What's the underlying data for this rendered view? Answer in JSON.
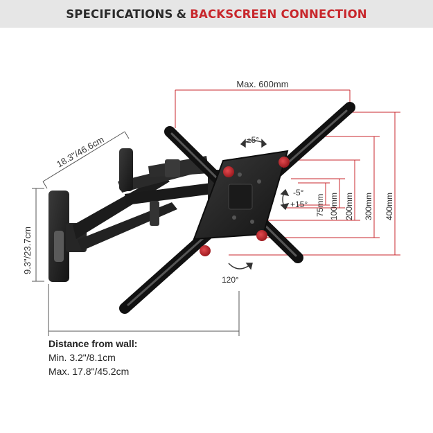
{
  "header": {
    "part1": "SPECIFICATIONS",
    "amp": "&",
    "part2": "BACKSCREEN CONNECTION"
  },
  "dimensions": {
    "max_width": "Max. 600mm",
    "arm_length": "18.3\"/46.6cm",
    "plate_height": "9.3\"/23.7cm",
    "vesa": [
      "75mm",
      "100mm",
      "200mm",
      "300mm",
      "400mm"
    ]
  },
  "angles": {
    "swivel": "±5°",
    "tilt_down": "-5°",
    "tilt_up": "+15°",
    "rotation": "120°"
  },
  "distance": {
    "title": "Distance from wall:",
    "min": "Min. 3.2\"/8.1cm",
    "max": "Max. 17.8\"/45.2cm"
  },
  "colors": {
    "accent": "#c8272c",
    "mount": "#1f1f1f",
    "header_bg": "#e6e6e6"
  }
}
